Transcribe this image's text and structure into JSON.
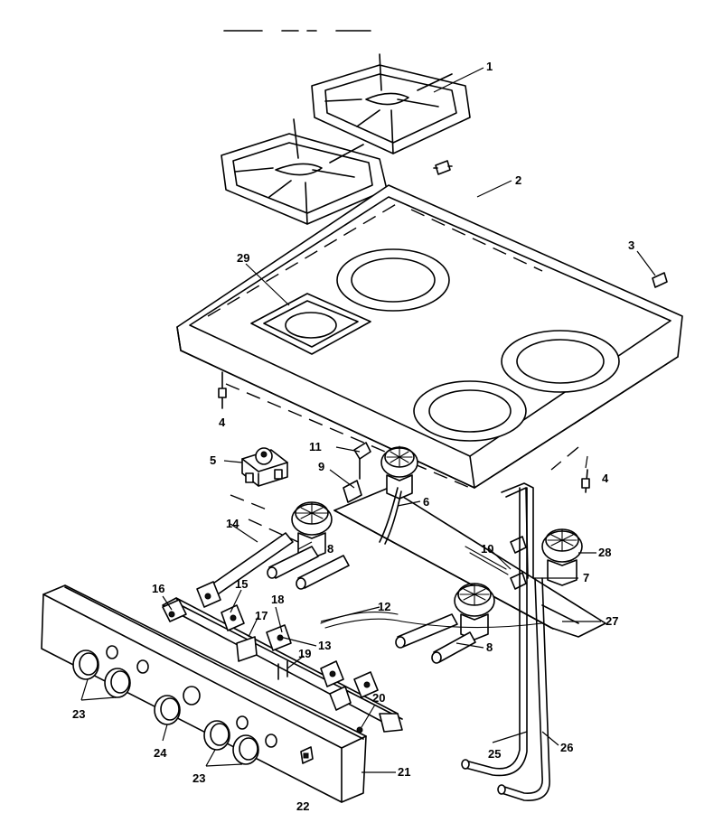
{
  "callouts": [
    {
      "id": "c1",
      "label": "1"
    },
    {
      "id": "c2",
      "label": "2"
    },
    {
      "id": "c3",
      "label": "3"
    },
    {
      "id": "c4a",
      "label": "4"
    },
    {
      "id": "c4b",
      "label": "4"
    },
    {
      "id": "c5",
      "label": "5"
    },
    {
      "id": "c6",
      "label": "6"
    },
    {
      "id": "c7",
      "label": "7"
    },
    {
      "id": "c8a",
      "label": "8"
    },
    {
      "id": "c8b",
      "label": "8"
    },
    {
      "id": "c9",
      "label": "9"
    },
    {
      "id": "c10",
      "label": "10"
    },
    {
      "id": "c11",
      "label": "11"
    },
    {
      "id": "c12",
      "label": "12"
    },
    {
      "id": "c13",
      "label": "13"
    },
    {
      "id": "c14",
      "label": "14"
    },
    {
      "id": "c15",
      "label": "15"
    },
    {
      "id": "c16",
      "label": "16"
    },
    {
      "id": "c17",
      "label": "17"
    },
    {
      "id": "c18",
      "label": "18"
    },
    {
      "id": "c19",
      "label": "19"
    },
    {
      "id": "c20",
      "label": "20"
    },
    {
      "id": "c21",
      "label": "21"
    },
    {
      "id": "c22",
      "label": "22"
    },
    {
      "id": "c23a",
      "label": "23"
    },
    {
      "id": "c23b",
      "label": "23"
    },
    {
      "id": "c24",
      "label": "24"
    },
    {
      "id": "c25",
      "label": "25"
    },
    {
      "id": "c26",
      "label": "26"
    },
    {
      "id": "c27",
      "label": "27"
    },
    {
      "id": "c28",
      "label": "28"
    },
    {
      "id": "c29",
      "label": "29"
    }
  ]
}
